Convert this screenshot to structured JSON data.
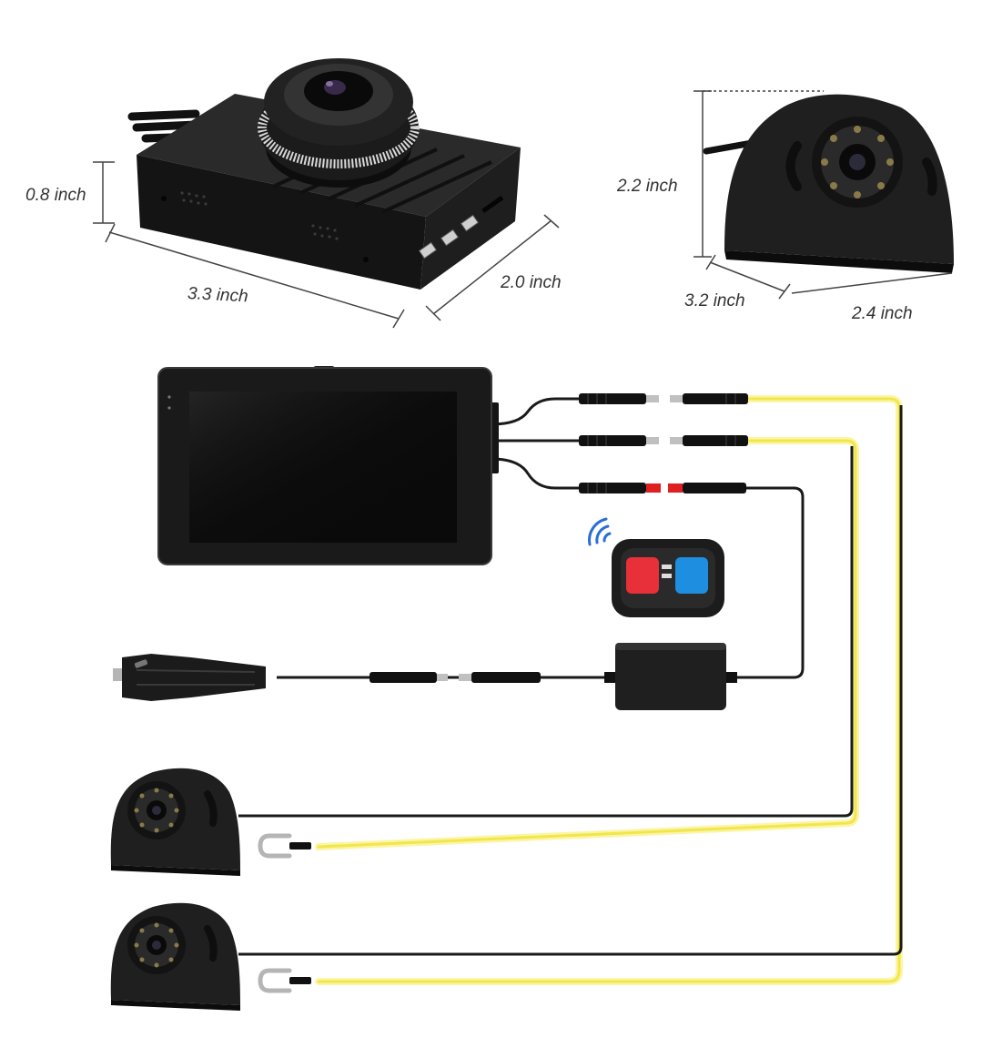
{
  "dimensions": {
    "dashcam_height": "0.8 inch",
    "dashcam_width": "3.3 inch",
    "dashcam_depth": "2.0 inch",
    "camera_height": "2.2 inch",
    "camera_depth": "3.2 inch",
    "camera_width": "2.4 inch"
  },
  "colors": {
    "device_black": "#151515",
    "device_dark": "#242424",
    "cable_black": "#1a1a1a",
    "cable_yellow": "#f2e64a",
    "cable_glow": "#fbf5a8",
    "remote_red": "#e8303a",
    "remote_blue": "#1e8fe0",
    "connector_red": "#e02020",
    "dimension_line": "#444444",
    "signal_blue": "#2a6fd6"
  },
  "icons": {
    "remote_signal": "wifi-signal-icon",
    "plug_polarity": "plus-icon"
  }
}
